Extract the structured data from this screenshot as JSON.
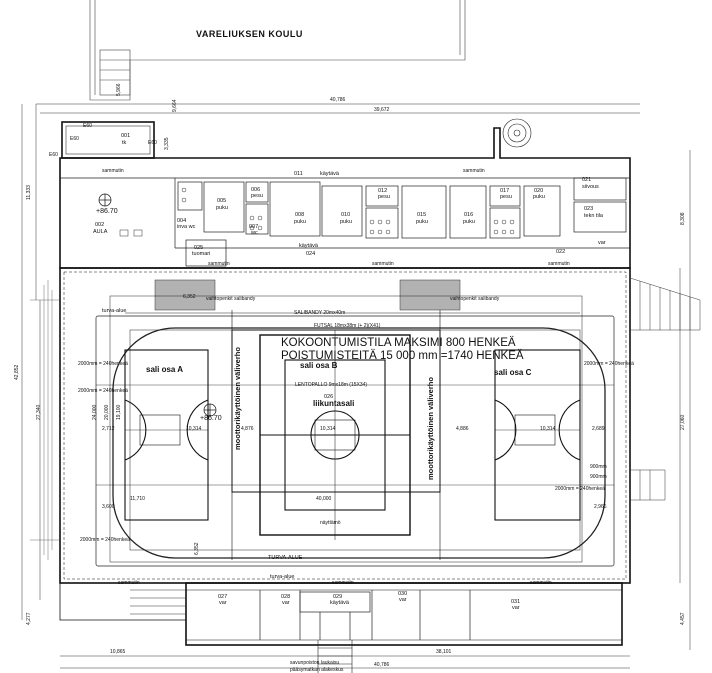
{
  "school_name": "VARELIUKSEN KOULU",
  "capacity": {
    "line1": "KOKOONTUMISTILA MAKSIMI 800 HENKEÄ",
    "line2": "POISTUMISTEITÄ 15 000 mm =1740 HENKEÄ"
  },
  "halls": {
    "a": "sali osa A",
    "b": "sali osa B",
    "c": "sali osa C",
    "center": "liikuntasali",
    "center_no": "026"
  },
  "curtains": {
    "left": "moottorikäyttöinen väliverho",
    "right": "moottorikäyttöinen väliverho"
  },
  "zones": {
    "turva_top": "turva-alue",
    "turva_bottom": "TURVA-ALUE",
    "turva_lower": "turva-alue",
    "sali_label": "SALIBANDY 20mx40m",
    "futsal": "FUTSAL 18mx38m (+ 2)(X41)",
    "lentopallo": "LENTOPALLO 9mx18m (15X34)",
    "spectators": "näyttämö",
    "substitutes_left": "vaihtopenkit salibandy",
    "substitutes_right": "vaihtopenkit salibandy",
    "sammutin": "sammutin",
    "kaytava": "käytävä"
  },
  "levels": {
    "aula": "+86.70",
    "hall": "+86.70"
  },
  "rooms_top": [
    {
      "no": "001",
      "name": "tk"
    },
    {
      "no": "002",
      "name": "AULA"
    },
    {
      "no": "004",
      "name": "inva wc"
    },
    {
      "no": "005",
      "name": "puku"
    },
    {
      "no": "006",
      "name": "pesu"
    },
    {
      "no": "007",
      "name": "wc"
    },
    {
      "no": "008",
      "name": "puku"
    },
    {
      "no": "010",
      "name": "puku"
    },
    {
      "no": "011",
      "name": "käytävä"
    },
    {
      "no": "012",
      "name": "pesu"
    },
    {
      "no": "015",
      "name": "puku"
    },
    {
      "no": "016",
      "name": "puku"
    },
    {
      "no": "017",
      "name": "pesu"
    },
    {
      "no": "020",
      "name": "puku"
    },
    {
      "no": "021",
      "name": "siivous"
    },
    {
      "no": "023",
      "name": "tekn tila"
    },
    {
      "no": "025",
      "name": "tuomari"
    },
    {
      "no": "024",
      "name": "käytävä"
    },
    {
      "no": "022",
      "name": "var"
    }
  ],
  "rooms_bottom": [
    {
      "no": "027",
      "name": "var"
    },
    {
      "no": "028",
      "name": "var"
    },
    {
      "no": "029",
      "name": "käytävä"
    },
    {
      "no": "030",
      "name": "var"
    },
    {
      "no": "031",
      "name": "var"
    }
  ],
  "dimensions": {
    "top_total": "40,786",
    "top_inner": "39,672",
    "left_total": "42,852",
    "left_inner": "27,340",
    "right_total": "27,060",
    "bottom_left": "10,865",
    "bottom_right": "38,101",
    "bottom_total": "40,786",
    "d_11333": "11,333",
    "d_8308": "8,308",
    "d_4277": "4,277",
    "d_4457": "4,457",
    "d_24000": "24,000",
    "d_20000": "20,000",
    "d_19100": "19,100",
    "d_2712": "2,712",
    "d_2689": "2,689",
    "d_10314a": "10,314",
    "d_10314b": "10,314",
    "d_10314c": "10,314",
    "d_4876": "4,876",
    "d_4886": "4,886",
    "d_11710": "11,710",
    "d_40000": "40,000",
    "d_3600": "3,600",
    "d_2966": "2,966",
    "d_6352": "6,352",
    "d_5966": "5,966",
    "d_9664": "9,664",
    "d_3335": "3,335"
  },
  "seating": {
    "left_upper": "2000mm = 240henkeä",
    "left_mid": "2000mm = 240henkeä",
    "left_lower": "2000mm = 240henkeä",
    "right_upper": "2000mm = 240henkeä",
    "right_lower": "2000mm = 240henkeä",
    "right_door": "900mm",
    "right_door2": "900mm"
  },
  "exit": {
    "line1": "savunpoiston laukaisu",
    "line2": "pääsymatkan alakeskus"
  },
  "entrance_marks": [
    "E60",
    "E60",
    "E60",
    "E60"
  ]
}
